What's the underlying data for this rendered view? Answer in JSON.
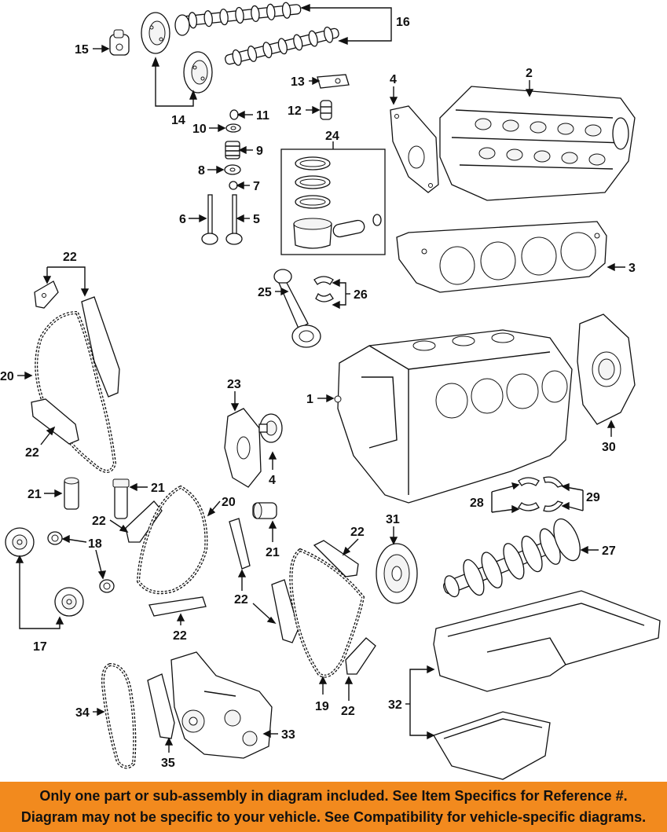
{
  "callouts": {
    "c1": "1",
    "c2": "2",
    "c3": "3",
    "c4a": "4",
    "c4b": "4",
    "c5": "5",
    "c6": "6",
    "c7": "7",
    "c8": "8",
    "c9": "9",
    "c10": "10",
    "c11": "11",
    "c12": "12",
    "c13": "13",
    "c14": "14",
    "c15": "15",
    "c16": "16",
    "c17": "17",
    "c18": "18",
    "c19": "19",
    "c20a": "20",
    "c20b": "20",
    "c21a": "21",
    "c21b": "21",
    "c21c": "21",
    "c22a": "22",
    "c22b": "22",
    "c22c": "22",
    "c22d": "22",
    "c22e": "22",
    "c22f": "22",
    "c22g": "22",
    "c23": "23",
    "c24": "24",
    "c25": "25",
    "c26": "26",
    "c27": "27",
    "c28": "28",
    "c29": "29",
    "c30": "30",
    "c31": "31",
    "c32": "32",
    "c33": "33",
    "c34": "34",
    "c35": "35"
  },
  "banner": {
    "line1": "Only one part or sub-assembly in diagram included. See Item Specifics for Reference #.",
    "line2": "Diagram may not be specific to your vehicle. See Compatibility for vehicle-specific diagrams."
  },
  "colors": {
    "banner": "#f28a1e",
    "ink": "#111111"
  }
}
